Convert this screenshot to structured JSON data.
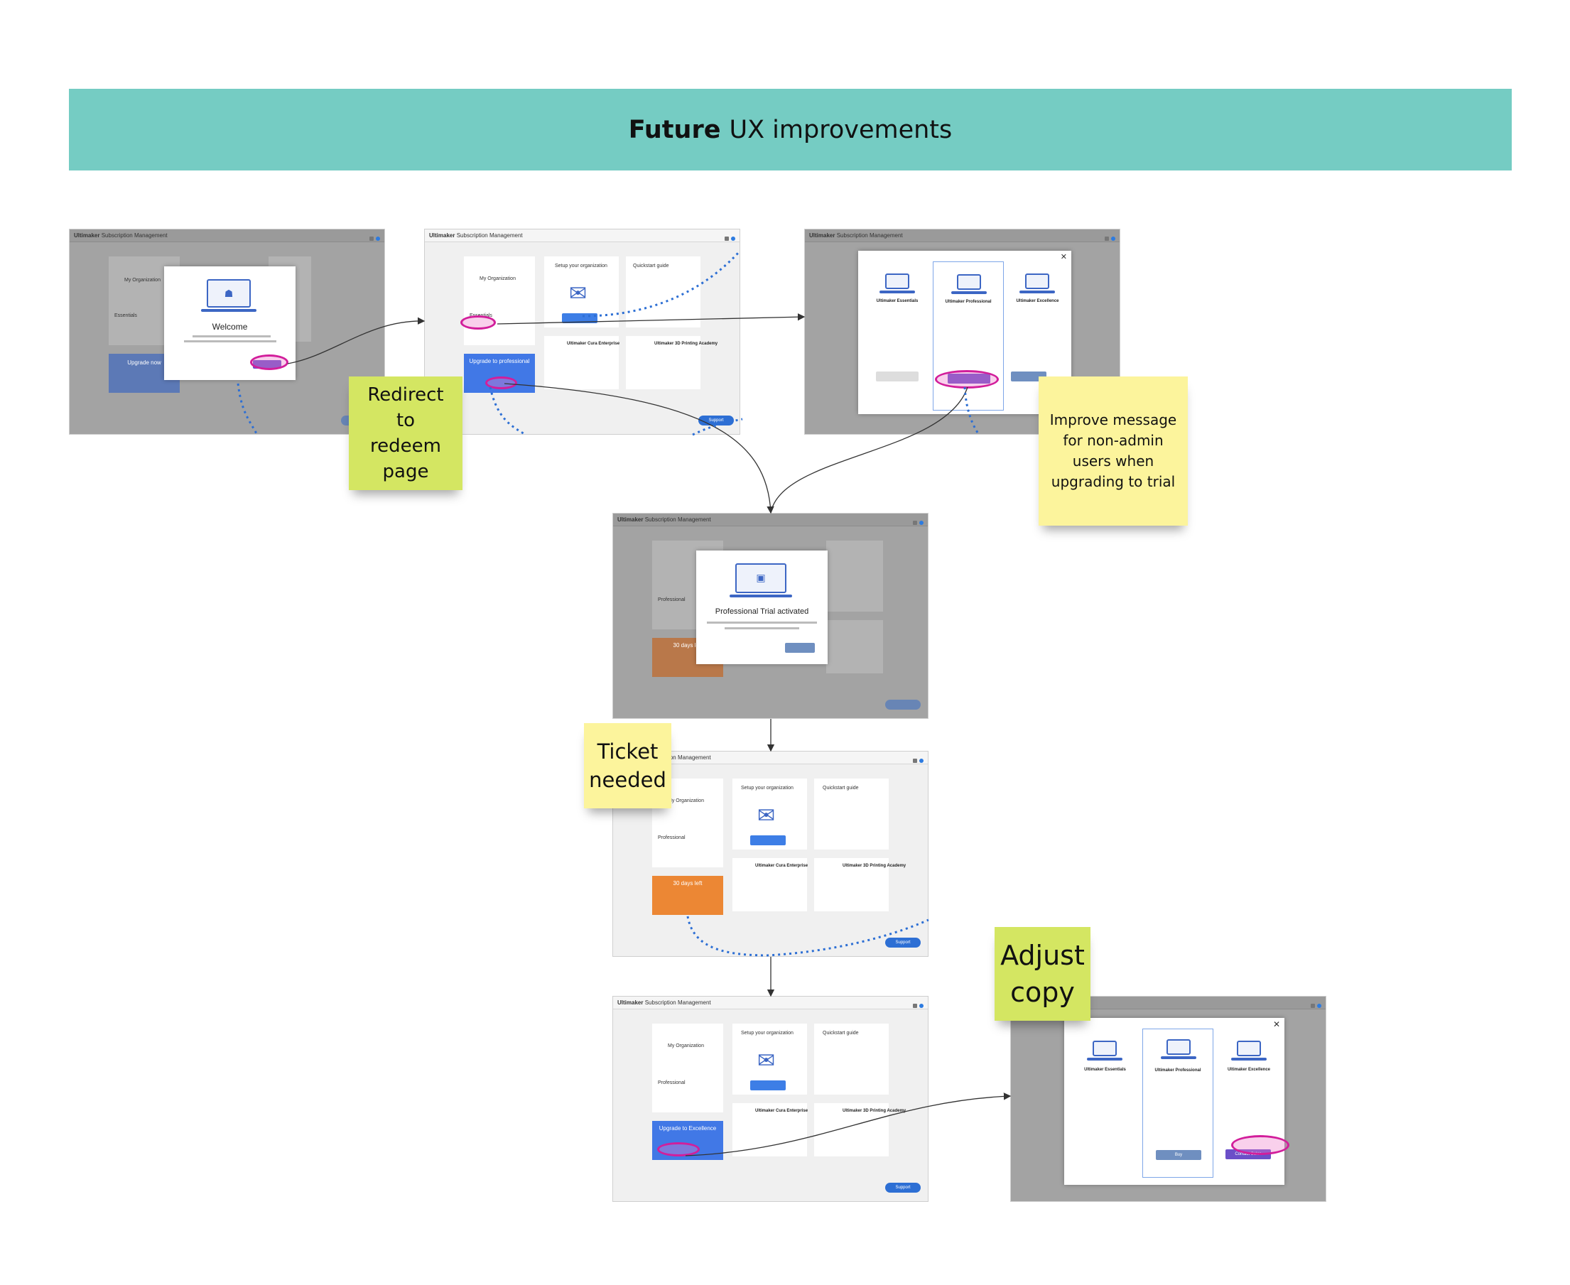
{
  "banner": {
    "bold": "Future",
    "rest": "UX improvements"
  },
  "app": {
    "brand": "Ultimaker",
    "title": "Subscription Management"
  },
  "stickies": {
    "redirect": "Redirect to redeem page",
    "improve": "Improve message for non-admin users when upgrading to trial",
    "ticket": "Ticket needed",
    "adjust": "Adjust copy"
  },
  "colors": {
    "banner": "#75ccc3",
    "sticky_green": "#d4e662",
    "sticky_yellow": "#fcf49c",
    "highlight": "#d21e9b",
    "accent_blue": "#3d7ee6",
    "orange": "#ec8734"
  },
  "screens": {
    "org_name": "My Organization",
    "plan_essentials": "Essentials",
    "plan_professional": "Professional",
    "setup_title": "Setup your organization",
    "quickstart_title": "Quickstart guide",
    "cura_enterprise": "Ultimaker Cura Enterprise",
    "academy": "Ultimaker 3D Printing Academy",
    "support": "Support",
    "upgrade_now": "Upgrade now",
    "upgrade_professional": "Upgrade to professional",
    "upgrade_excellence": "Upgrade to Excellence",
    "days_left": "30 days left",
    "welcome": "Welcome",
    "trial_activated": "Professional Trial activated",
    "plans": [
      "Ultimaker Essentials",
      "Ultimaker Professional",
      "Ultimaker Excellence"
    ],
    "contact_sales": "Contact Sales",
    "buy": "Buy"
  }
}
